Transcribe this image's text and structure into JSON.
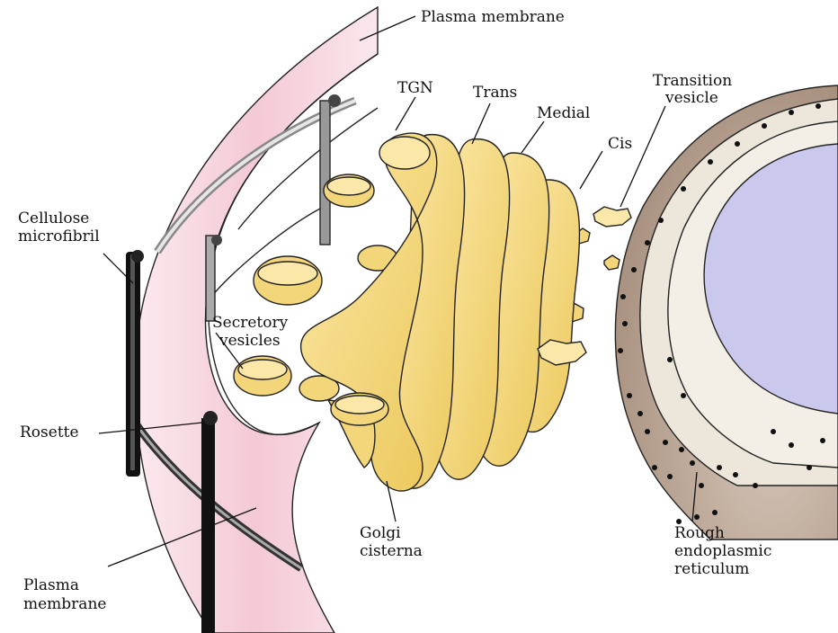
{
  "labels": {
    "plasma_membrane_top": "Plasma membrane",
    "tgn": "TGN",
    "trans": "Trans",
    "medial": "Medial",
    "cis": "Cis",
    "transition_vesicle": [
      "Transition",
      "vesicle"
    ],
    "cellulose_microfibril": [
      "Cellulose",
      "microfibril"
    ],
    "secretory_vesicles": [
      "Secretory",
      "vesicles"
    ],
    "rosette": "Rosette",
    "golgi_cisterna": [
      "Golgi",
      "cisterna"
    ],
    "rough_er": [
      "Rough",
      "endoplasmic",
      "reticulum"
    ],
    "plasma_membrane_bottom": [
      "Plasma",
      "membrane"
    ]
  },
  "colors": {
    "membrane_pink": "#f6d3dc",
    "golgi_yellow": "#f3d67a",
    "er_cream": "#e8e2d6",
    "nucleus_lavender": "#c9c6ee",
    "er_brown": "#b5a190"
  }
}
